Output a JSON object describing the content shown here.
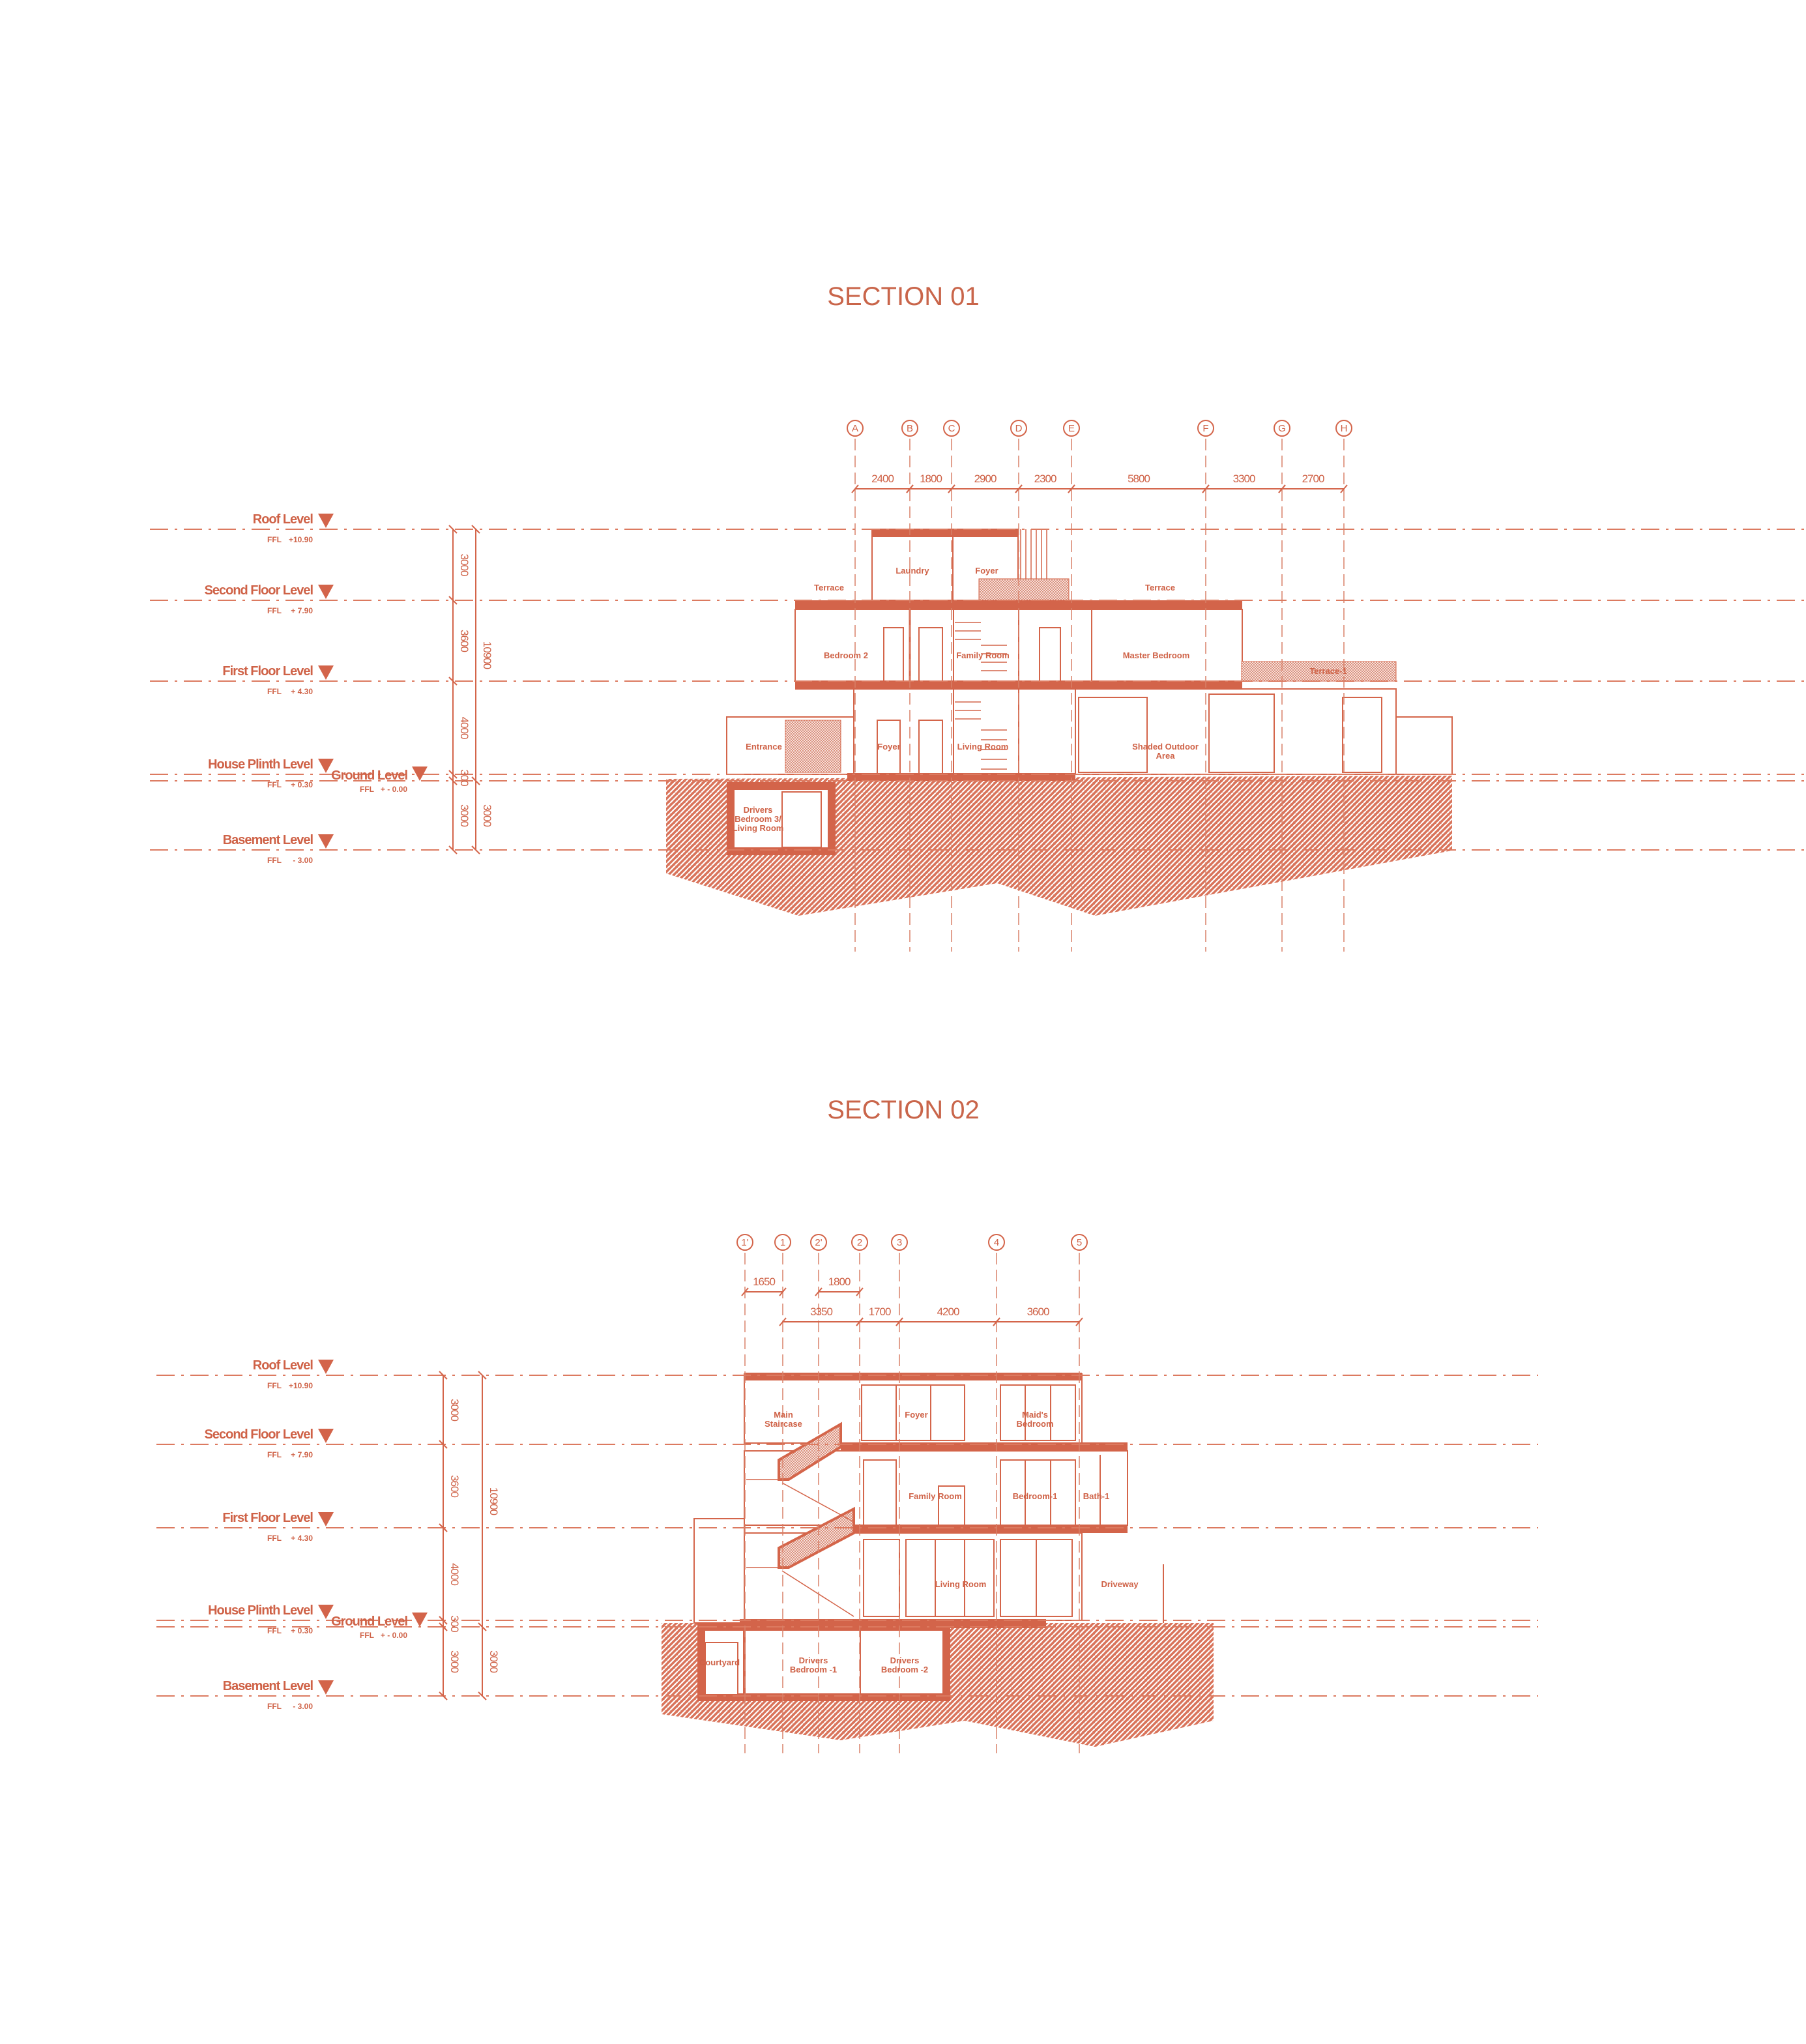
{
  "colors": {
    "line": "#d4654a",
    "text": "#cf6247",
    "background": "#ffffff"
  },
  "sections": [
    {
      "title": "SECTION 01",
      "levels": [
        {
          "name": "Roof Level",
          "ffl": "FFL",
          "value": "+10.90"
        },
        {
          "name": "Second Floor Level",
          "ffl": "FFL",
          "value": "+ 7.90"
        },
        {
          "name": "First Floor Level",
          "ffl": "FFL",
          "value": "+ 4.30"
        },
        {
          "name": "House Plinth Level",
          "ffl": "FFL",
          "value": "+ 0.30"
        },
        {
          "name": "Basement Level",
          "ffl": "FFL",
          "value": "- 3.00"
        }
      ],
      "ground_level": {
        "name": "Ground Level",
        "ffl": "FFL",
        "value": "+ - 0.00"
      },
      "vertical_dims": {
        "inner": [
          "3000",
          "3600",
          "4000",
          "300",
          "3000"
        ],
        "overall": [
          "10900",
          "3000"
        ]
      },
      "grid": [
        "A",
        "B",
        "C",
        "D",
        "E",
        "F",
        "G",
        "H"
      ],
      "dims": [
        [
          "2400",
          "1800",
          "2900",
          "2300",
          "5800",
          "3300",
          "2700"
        ]
      ],
      "rooms": [
        "Laundry",
        "Foyer",
        "Terrace",
        "Terrace",
        "Bedroom 2",
        "Family Room",
        "Master Bedroom",
        "Terrace-1",
        "Entrance",
        "Foyer",
        "Living Room",
        "Shaded Outdoor",
        "Area",
        "Drivers",
        "Bedroom 3/",
        "Living Room"
      ]
    },
    {
      "title": "SECTION 02",
      "levels": [
        {
          "name": "Roof Level",
          "ffl": "FFL",
          "value": "+10.90"
        },
        {
          "name": "Second Floor Level",
          "ffl": "FFL",
          "value": "+ 7.90"
        },
        {
          "name": "First Floor Level",
          "ffl": "FFL",
          "value": "+ 4.30"
        },
        {
          "name": "House Plinth Level",
          "ffl": "FFL",
          "value": "+ 0.30"
        },
        {
          "name": "Basement Level",
          "ffl": "FFL",
          "value": "- 3.00"
        }
      ],
      "ground_level": {
        "name": "Ground Level",
        "ffl": "FFL",
        "value": "+ - 0.00"
      },
      "vertical_dims": {
        "inner": [
          "3000",
          "3600",
          "4000",
          "300",
          "3000"
        ],
        "overall": [
          "10900",
          "3000"
        ]
      },
      "grid": [
        "1'",
        "1",
        "2'",
        "2",
        "3",
        "4",
        "5"
      ],
      "dims": [
        [
          "1650",
          "1800"
        ],
        [
          "3350",
          "1700",
          "4200",
          "3600"
        ]
      ],
      "rooms": [
        "Main",
        "Staircase",
        "Foyer",
        "Maid's",
        "Bedroom",
        "Family Room",
        "Bedroom-1",
        "Bath-1",
        "Living Room",
        "Driveway",
        "Courtyard",
        "Drivers",
        "Bedroom -1",
        "Drivers",
        "Bedroom -2"
      ]
    }
  ]
}
